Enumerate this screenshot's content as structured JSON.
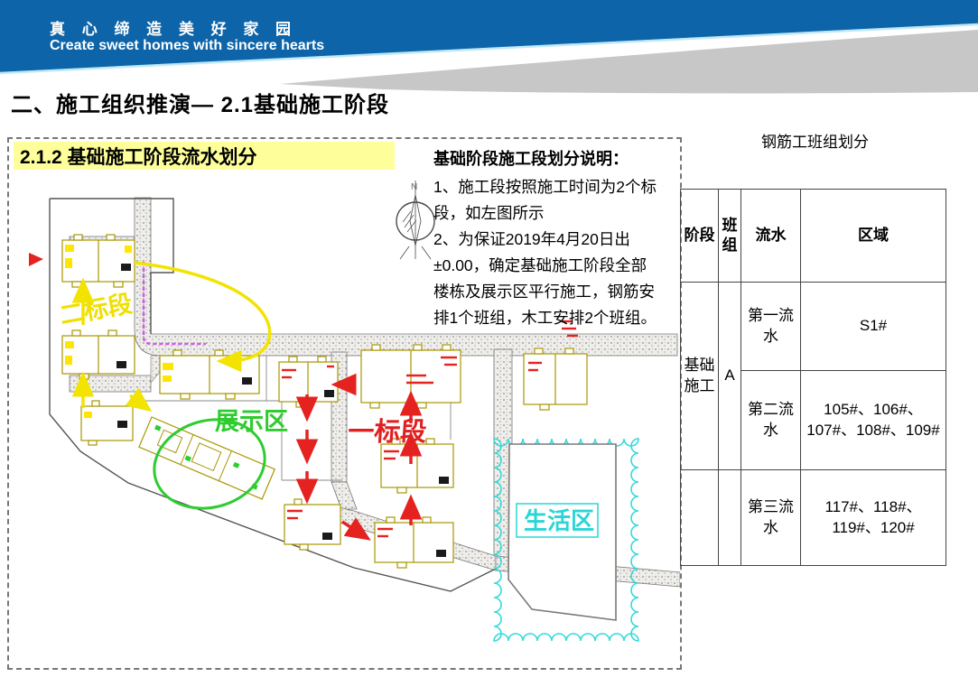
{
  "banner": {
    "cn": "真 心 缔 造 美 好 家 园",
    "en": "Create sweet homes with sincere hearts",
    "blue": "#0e64a8",
    "gray": "#c7c7c7"
  },
  "page_title": "二、施工组织推演— 2.1基础施工阶段",
  "board": {
    "section_title": "2.1.2 基础施工阶段流水划分",
    "highlight": "#feff9b"
  },
  "notes": {
    "heading": "基础阶段施工段划分说明：",
    "lines": [
      "1、施工段按照施工时间为2个标",
      "段，如左图所示",
      "2、为保证2019年4月20日出",
      "±0.00，确定基础施工阶段全部",
      "楼栋及展示区平行施工，钢筋安",
      "排1个班组，木工安排2个班组。"
    ]
  },
  "plan": {
    "labels": {
      "section2": "二标段",
      "section1": "一标段",
      "exhibition": "展示区",
      "living": "生活区",
      "north": "N"
    },
    "colors": {
      "cad_yellow": "#f2e300",
      "red": "#e42320",
      "green": "#2ecc2f",
      "cyan": "#35d9d9",
      "magenta": "#cd5ce6"
    }
  },
  "table": {
    "title": "钢筋工班组划分",
    "headers": [
      "阶段",
      "班组",
      "流水",
      "区域"
    ],
    "stage": "基础施工",
    "crew": "A",
    "rows": [
      {
        "flow": "第一流水",
        "area": "S1#"
      },
      {
        "flow": "第二流水",
        "area": "105#、106#、107#、108#、109#"
      },
      {
        "flow": "第三流水",
        "area": "117#、118#、119#、120#"
      }
    ]
  }
}
